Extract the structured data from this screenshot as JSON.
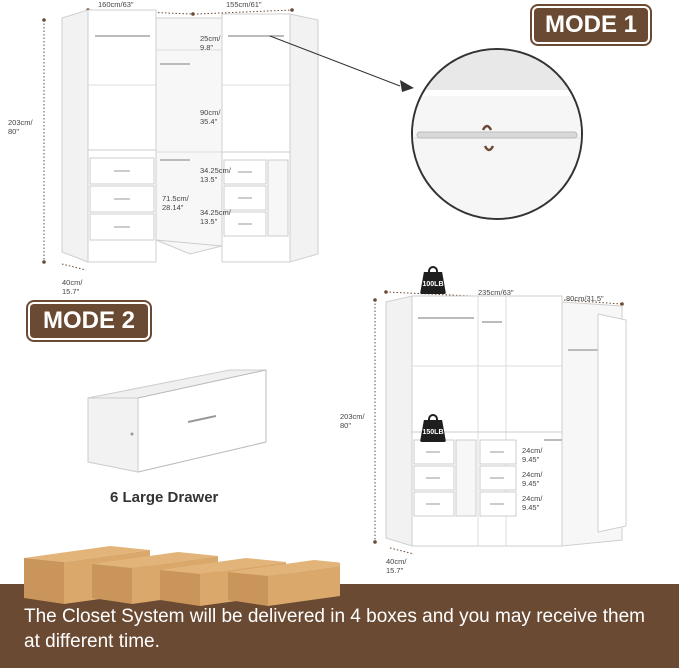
{
  "mode1": {
    "label": "MODE 1"
  },
  "mode2": {
    "label": "MODE 2"
  },
  "top_dims": {
    "width_left": [
      "160cm/63\""
    ],
    "width_right": [
      "155cm/61\""
    ],
    "height": [
      "203cm/",
      "80\""
    ],
    "depth": [
      "40cm/",
      "15.7\""
    ],
    "gap1": [
      "25cm/",
      "9.8\""
    ],
    "gap2": [
      "90cm/",
      "35.4\""
    ],
    "gap3": [
      "71.5cm/",
      "28.14\""
    ],
    "gap4": [
      "34.25cm/",
      "13.5\""
    ],
    "gap5": [
      "34.25cm/",
      "13.5\""
    ]
  },
  "bottom_dims": {
    "width_main": [
      "235cm/63\""
    ],
    "width_side": [
      "80cm/31.5\""
    ],
    "height": [
      "203cm/",
      "80\""
    ],
    "depth": [
      "40cm/",
      "15.7\""
    ],
    "gap1": [
      "24cm/",
      "9.45\""
    ],
    "gap2": [
      "24cm/",
      "9.45\""
    ],
    "gap3": [
      "24cm/",
      "9.45\""
    ]
  },
  "weights": {
    "top": "100LB",
    "shelf": "150LB"
  },
  "drawer_caption": "6 Large Drawer",
  "footer_text": "The Closet System will be delivered in 4 boxes and you may receive them at different time.",
  "colors": {
    "brand_brown": "#6b4a33",
    "cardboard": "#d9a86a",
    "white_panel": "#ffffff"
  }
}
